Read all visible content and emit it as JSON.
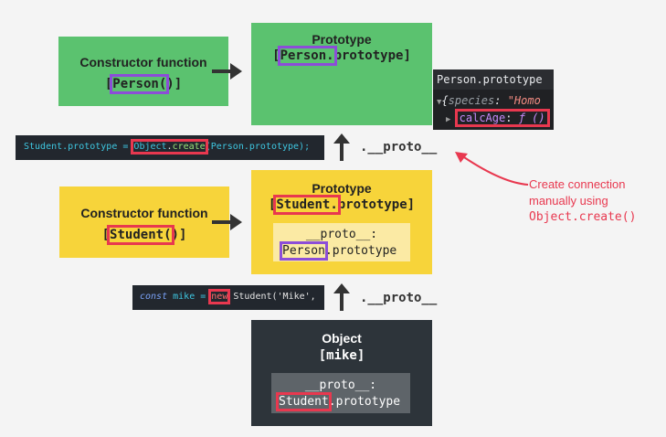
{
  "top": {
    "ctor": {
      "title": "Constructor function",
      "open": "[",
      "name": "Person",
      "call": "()",
      "close": "]"
    },
    "proto": {
      "title": "Prototype",
      "open": "[",
      "name": "Person.",
      "rest": "prototype",
      "close": "]"
    }
  },
  "console": {
    "header_obj": "Person",
    "header_prop": ".prototype",
    "line1_key": "species",
    "line1_val": "\"Homo",
    "line2_key": "calcAge",
    "line2_val": "ƒ ()"
  },
  "code1": {
    "pre": "Student.prototype = ",
    "obj": "Object",
    "dot": ".",
    "fn": "create",
    "post": "(Person.prototype);"
  },
  "proto_link_1": ".__proto__",
  "proto_link_2": ".__proto__",
  "mid": {
    "ctor": {
      "title": "Constructor function",
      "open": "[",
      "name": "Student",
      "call": "()",
      "close": "]"
    },
    "proto": {
      "title": "Prototype",
      "open": "[",
      "name": "Student.",
      "rest": "prototype",
      "close": "]",
      "inner_label": "__proto__:",
      "inner_obj": "Person",
      "inner_rest": ".prototype"
    }
  },
  "annotation": {
    "line1": "Create connection",
    "line2": "manually using",
    "line3": "Object.create()"
  },
  "code2": {
    "kw": "const",
    "var": " mike = ",
    "new": "new",
    "post": " Student('Mike',",
    "trail": ""
  },
  "object": {
    "title": "Object",
    "name": "[mike]",
    "inner_label": "__proto__:",
    "inner_obj": "Student",
    "inner_rest": ".prototype"
  },
  "colors": {
    "green": "#5bc26f",
    "yellow": "#f7d43a",
    "dark": "#2d343a",
    "purple": "#8c4dd8",
    "red": "#e8384f"
  }
}
